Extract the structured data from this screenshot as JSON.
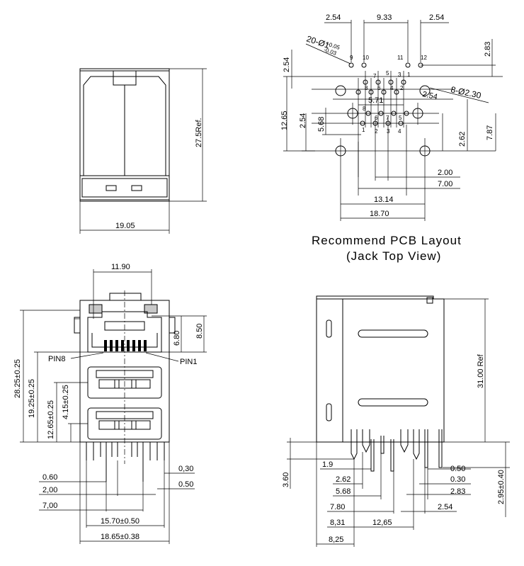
{
  "layout_caption": {
    "line1": "Recommend PCB Layout",
    "line2": "(Jack Top View)"
  },
  "top_view": {
    "width": "19.05",
    "height": "27.5Ref."
  },
  "pcb_layout": {
    "pitch_top_left": "2.54",
    "pitch_top_mid": "9.33",
    "pitch_top_right": "2.54",
    "drill_spec": "20-Ø1",
    "drill_tol_plus": "+0.05",
    "drill_tol_minus": "-0.03",
    "right_283": "2.83",
    "left_254": "2.54",
    "mount_spec": "8-Ø2.30",
    "dim_571": "5.71",
    "dim_254_inner": "2.54",
    "height_1265": "12.65",
    "left_254_b": "2.54",
    "dim_568": "5.68",
    "right_262": "2.62",
    "right_787": "7.87",
    "bottom_200": "2.00",
    "bottom_700": "7.00",
    "bottom_1314": "13.14",
    "bottom_1870": "18.70",
    "pin_labels": [
      "9",
      "10",
      "11",
      "12",
      "7",
      "5",
      "3",
      "1",
      "8",
      "6",
      "4",
      "2",
      "8",
      "6",
      "7",
      "5",
      "1",
      "2",
      "3",
      "4"
    ]
  },
  "front_view": {
    "width_top": "11.90",
    "pin8": "PIN8",
    "pin1": "PIN1",
    "dim_680": "6.80",
    "dim_850": "8.50",
    "h_2825": "28.25±0.25",
    "h_1925": "19.25±0.25",
    "h_1265": "12.65±0.25",
    "h_415": "4.15±0.25",
    "dim_060": "0.60",
    "dim_030": "0,30",
    "dim_200": "2,00",
    "dim_050": "0.50",
    "dim_700": "7,00",
    "dim_1570": "15.70±0.50",
    "dim_1865": "18.65±0.38"
  },
  "side_view": {
    "height": "31.00 Ref",
    "dim_360": "3.60",
    "dim_19": "1.9",
    "dim_262": "2.62",
    "dim_568": "5.68",
    "dim_780": "7.80",
    "dim_831": "8,31",
    "dim_1265": "12,65",
    "dim_825": "8,25",
    "dim_050": "0.50",
    "dim_030": "0.30",
    "dim_283": "2.83",
    "dim_254": "2.54",
    "dim_295": "2.95±0.40"
  }
}
